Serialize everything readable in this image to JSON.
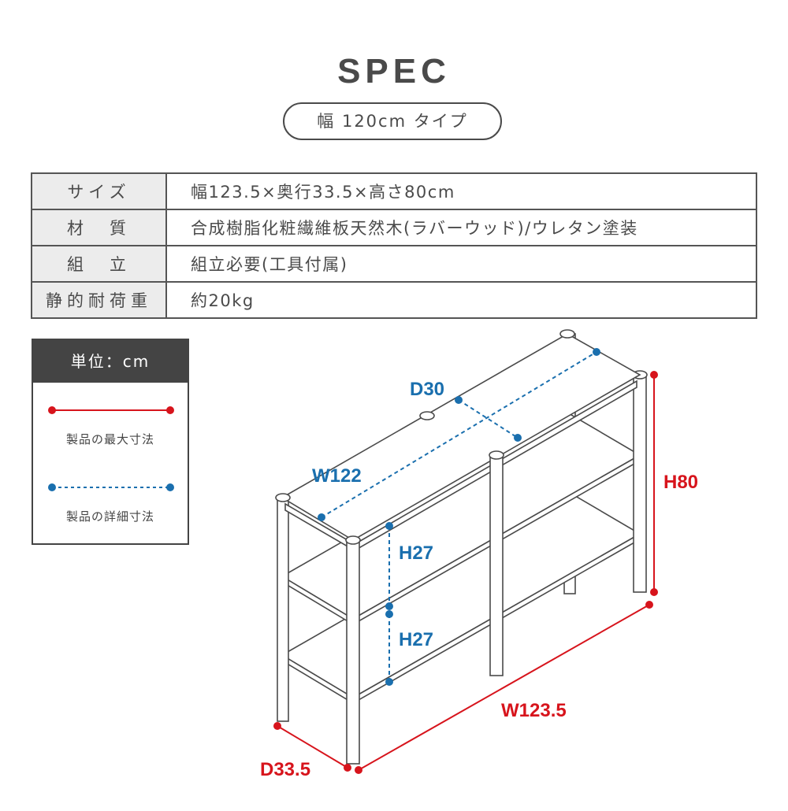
{
  "title": "SPEC",
  "type_label": "幅 120cm タイプ",
  "spec_table": [
    {
      "key": "サイズ",
      "value": "幅123.5×奥行33.5×高さ80cm"
    },
    {
      "key": "材　質",
      "value": "合成樹脂化粧繊維板天然木(ラバーウッド)/ウレタン塗装"
    },
    {
      "key": "組　立",
      "value": "組立必要(工具付属)"
    },
    {
      "key": "静的耐荷重",
      "value": "約20kg"
    }
  ],
  "legend": {
    "unit": "単位：cm",
    "max_label": "製品の最大寸法",
    "detail_label": "製品の詳細寸法"
  },
  "colors": {
    "max": "#d7141c",
    "detail": "#1a6fae",
    "line": "#4a4a4a"
  },
  "dimensions": {
    "max": {
      "height": "H80",
      "width": "W123.5",
      "depth": "D33.5"
    },
    "detail": {
      "width": "W122",
      "depth": "D30",
      "shelf_gap_1": "H27",
      "shelf_gap_2": "H27"
    }
  }
}
